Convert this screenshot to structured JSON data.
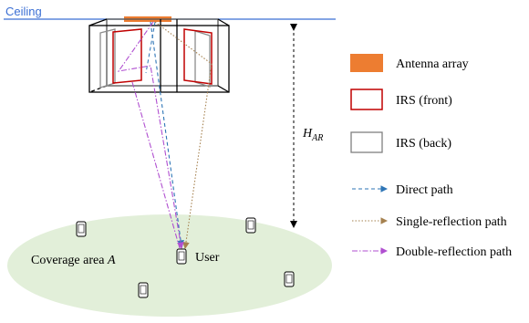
{
  "ceiling_label": "Ceiling",
  "height_label": "H",
  "height_subscript": "AR",
  "coverage_label_prefix": "Coverage area ",
  "coverage_label_var": "A",
  "user_label": "User",
  "legend": {
    "antenna": "Antenna array",
    "irs_front": "IRS (front)",
    "irs_back": "IRS (back)",
    "direct": "Direct path",
    "single": "Single-reflection path",
    "double": "Double-reflection path"
  },
  "colors": {
    "ceiling": "#3b6fd4",
    "antenna": "#ed7d31",
    "irs_front": "#c00000",
    "irs_back": "#7f7f7f",
    "coverage": "#e2efd9",
    "direct": "#2e75b6",
    "single": "#a5814f",
    "double": "#b04fd0"
  }
}
